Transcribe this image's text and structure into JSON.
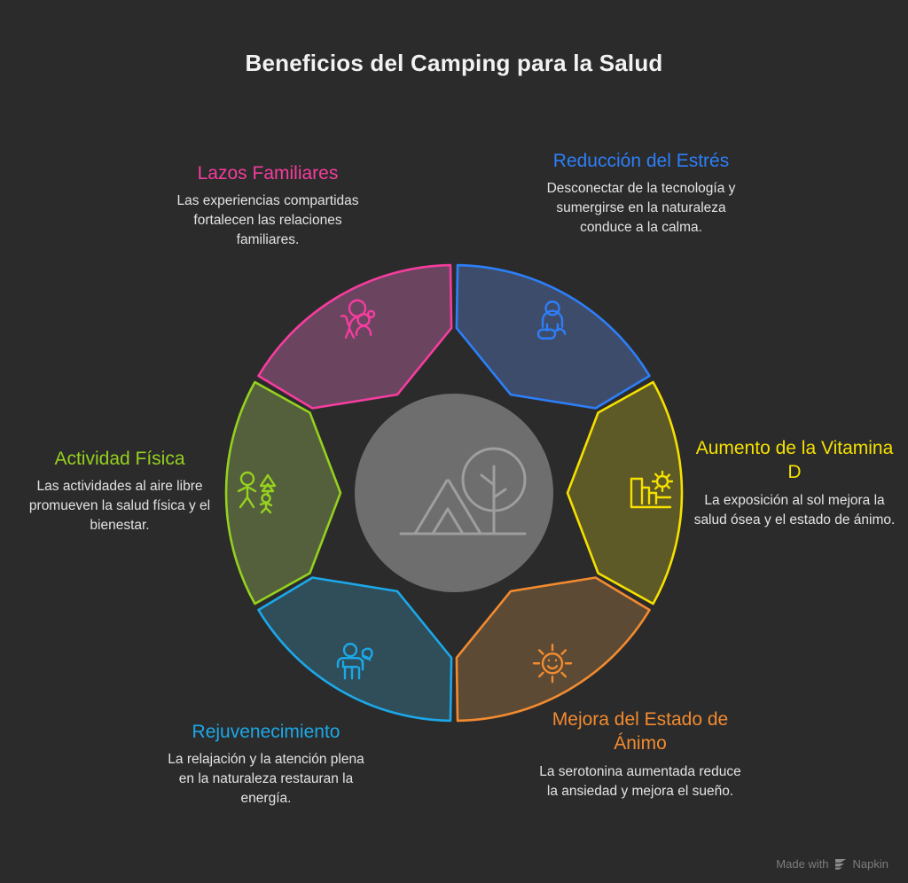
{
  "title": "Beneficios del Camping para la Salud",
  "center": {
    "icon": "tent-tree-icon",
    "fill": "#6E6E6E",
    "stroke": "#9E9E9E"
  },
  "watermark": {
    "text_before": "Made with",
    "brand": "Napkin",
    "icon": "napkin-logo-icon",
    "color": "#7D7D7D"
  },
  "background": "#2B2B2B",
  "wheel": {
    "segment_count": 6,
    "segment_span_degrees": 60,
    "outer_radius": 260,
    "inner_radius": 128,
    "notch_radius": 186
  },
  "segments": [
    {
      "id": "estres",
      "title": "Reducción del Estrés",
      "description": "Desconectar de la tecnología y sumergirse en la naturaleza conduce a la calma.",
      "stroke": "#2D7FF9",
      "fill": "#3E4C6B",
      "icon": "meditating-person-icon",
      "start_angle": -90,
      "end_angle": -30
    },
    {
      "id": "vitamina",
      "title": "Aumento de la Vitamina D",
      "description": "La exposición al sol mejora la salud ósea y el estado de ánimo.",
      "stroke": "#F5E000",
      "fill": "#5E5A27",
      "icon": "sun-over-cliffs-icon",
      "start_angle": -30,
      "end_angle": 30
    },
    {
      "id": "animo",
      "title": "Mejora del Estado de Ánimo",
      "description": "La serotonina aumentada reduce la ansiedad y mejora el sueño.",
      "stroke": "#F28B30",
      "fill": "#5C4A34",
      "icon": "smiling-sun-icon",
      "start_angle": 30,
      "end_angle": 90
    },
    {
      "id": "rejuvenecimiento",
      "title": "Rejuvenecimiento",
      "description": "La relajación y la atención plena en la naturaleza restauran la energía.",
      "stroke": "#1CA8E8",
      "fill": "#2F4E5A",
      "icon": "relaxing-person-leaf-icon",
      "start_angle": 90,
      "end_angle": 150
    },
    {
      "id": "actividad",
      "title": "Actividad Física",
      "description": "Las actividades al aire libre promueven la salud física y el bienestar.",
      "stroke": "#95D11F",
      "fill": "#54603C",
      "icon": "hiking-people-tree-icon",
      "start_angle": 150,
      "end_angle": 210
    },
    {
      "id": "familiares",
      "title": "Lazos Familiares",
      "description": "Las experiencias compartidas fortalecen las relaciones familiares.",
      "stroke": "#F53D9E",
      "fill": "#6B4460",
      "icon": "family-group-icon",
      "start_angle": 210,
      "end_angle": 270
    }
  ]
}
